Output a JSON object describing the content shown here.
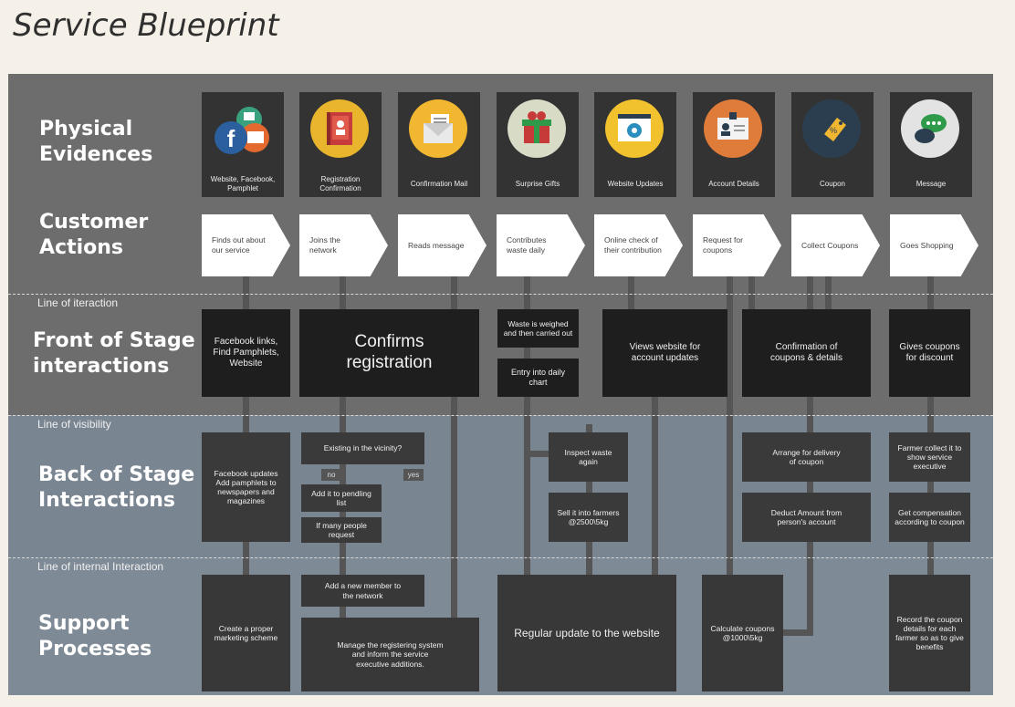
{
  "title": "Service Blueprint",
  "lanes": {
    "physical": "Physical\nEvidences",
    "customer": "Customer\nActions",
    "front": "Front of Stage\ninteractions",
    "back": "Back of Stage\nInteractions",
    "support": "Support\nProcesses"
  },
  "lines": {
    "interaction": "Line of iteraction",
    "visibility": "Line of visibility",
    "internal": "Line of internal Interaction"
  },
  "evidences": [
    {
      "label": "Website, Facebook, Pamphlet",
      "icon": "social-media-icon",
      "color": "#2b5f9e"
    },
    {
      "label": "Registration Confirmation",
      "icon": "registration-book-icon",
      "color": "#e8b52c"
    },
    {
      "label": "Confirmation Mail",
      "icon": "mail-envelope-icon",
      "color": "#f2b731"
    },
    {
      "label": "Surprise Gifts",
      "icon": "gift-box-icon",
      "color": "#d8dcc6"
    },
    {
      "label": "Website Updates",
      "icon": "website-gear-icon",
      "color": "#f2c12e"
    },
    {
      "label": "Account Details",
      "icon": "id-card-icon",
      "color": "#e07c3a"
    },
    {
      "label": "Coupon",
      "icon": "coupon-tag-icon",
      "color": "#2b3e50"
    },
    {
      "label": "Message",
      "icon": "chat-bubble-icon",
      "color": "#e3e3e3"
    }
  ],
  "actions": [
    "Finds out about our service",
    "Joins the network",
    "Reads message",
    "Contributes waste daily",
    "Online check of their contribution",
    "Request for coupons",
    "Collect Coupons",
    "Goes Shopping"
  ],
  "front": {
    "facebook": "Facebook links, Find Pamphlets, Website",
    "confirms": "Confirms registration",
    "weighed": "Waste is weighed and then carried out",
    "daily_chart": "Entry into daily chart",
    "views": "Views website for account updates",
    "confirmation": "Confirmation of coupons & details",
    "gives": "Gives coupons for discount"
  },
  "back": {
    "fb_updates": "Facebook updates Add pamphlets to newspapers and magazines",
    "existing": "Existing in the vicinity?",
    "no": "no",
    "yes": "yes",
    "pending": "Add it to pendling list",
    "many": "If many people request",
    "inspect": "Inspect waste again",
    "sell": "Sell it into farmers @2500\\5kg",
    "arrange": "Arrange for delivery of coupon",
    "deduct": "Deduct Amount from person's account",
    "farmer": "Farmer collect it to show service executive",
    "compensation": "Get compensation according to coupon"
  },
  "support": {
    "marketing": "Create a proper marketing scheme",
    "add_member": "Add a new member to the network",
    "manage": "Manage the registering system and inform the service executive additions.",
    "regular": "Regular update to the website",
    "calculate": "Calculate coupons @1000\\5kg",
    "record": "Record the coupon details for each farmer so as to give benefits"
  }
}
